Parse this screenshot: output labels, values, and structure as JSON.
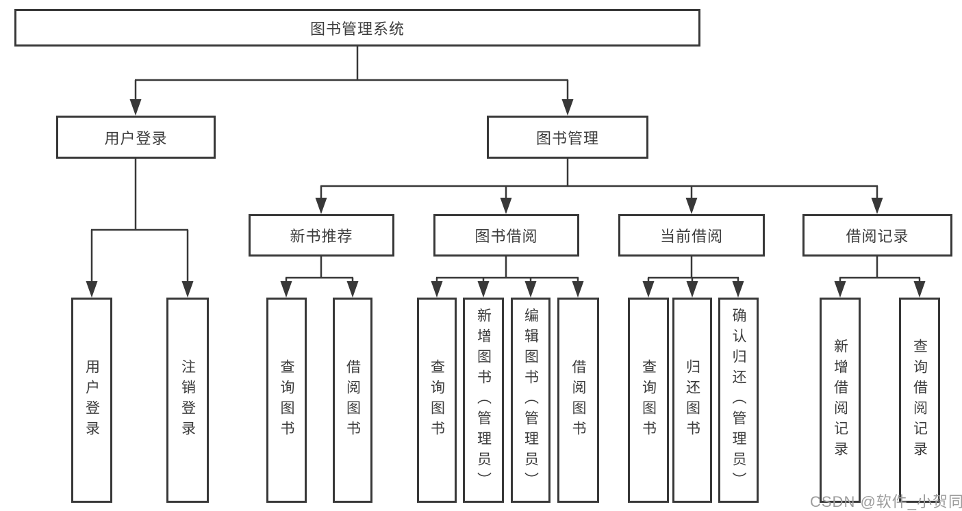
{
  "diagram": {
    "root": "图书管理系统",
    "level1": {
      "user_login": "用户登录",
      "book_management": "图书管理"
    },
    "level2": {
      "new_book_recommend": "新书推荐",
      "book_borrowing": "图书借阅",
      "current_borrowing": "当前借阅",
      "borrowing_records": "借阅记录"
    },
    "leaves": {
      "user_login": [
        "用户登录",
        "注销登录"
      ],
      "new_book_recommend": [
        "查询图书",
        "借阅图书"
      ],
      "book_borrowing": [
        "查询图书",
        "新增图书（管理员）",
        "编辑图书（管理员）",
        "借阅图书"
      ],
      "current_borrowing": [
        "查询图书",
        "归还图书",
        "确认归还（管理员）"
      ],
      "borrowing_records": [
        "新增借阅记录",
        "查询借阅记录"
      ]
    }
  },
  "colors": {
    "line": "#383838",
    "text": "#3d3d3d",
    "watermark": "#9c9c9c",
    "background": "#ffffff"
  },
  "watermark": "CSDN @软件_小贺同学"
}
